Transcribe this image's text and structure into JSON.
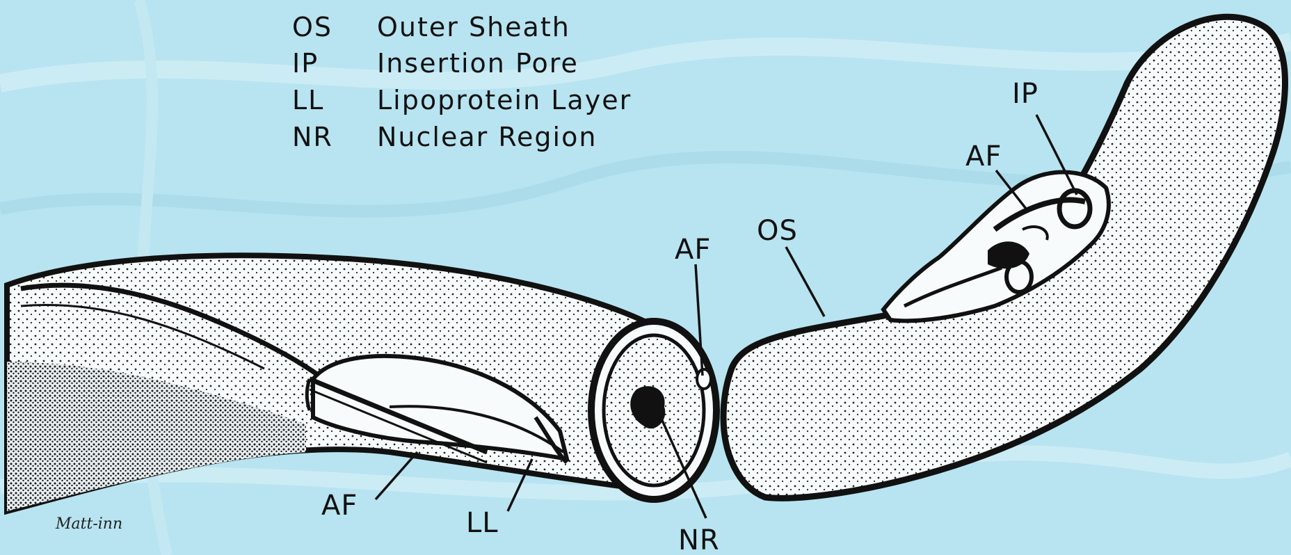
{
  "legend": {
    "rows": [
      {
        "abbr": "OS",
        "name": "Outer Sheath"
      },
      {
        "abbr": "IP",
        "name": "Insertion Pore"
      },
      {
        "abbr": "LL",
        "name": "Lipoprotein Layer"
      },
      {
        "abbr": "NR",
        "name": "Nuclear Region"
      }
    ]
  },
  "labels": {
    "af_top_left": "AF",
    "os": "OS",
    "af_top_right": "AF",
    "ip": "IP",
    "af_bottom": "AF",
    "ll": "LL",
    "nr": "NR"
  },
  "signature": "Matt-inn",
  "colors": {
    "background": "#b7e4f0",
    "ink": "#111111",
    "paper": "#f7fbfb"
  }
}
